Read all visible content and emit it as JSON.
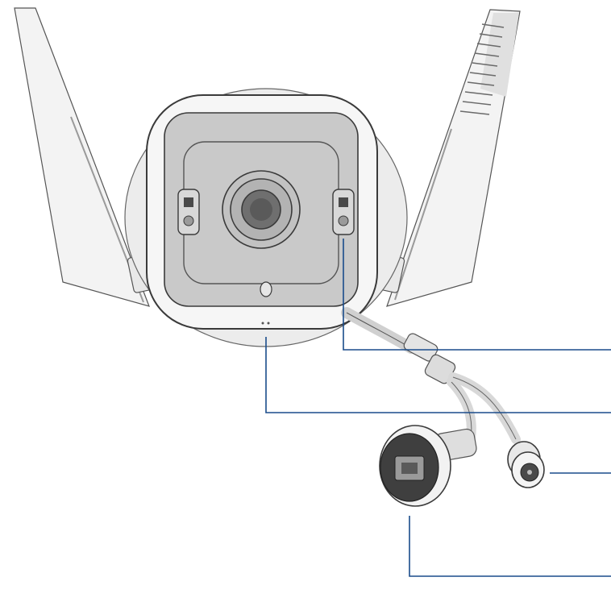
{
  "diagram": {
    "subject": "outdoor-wifi-camera-front-view",
    "parts": [
      {
        "id": "antenna-left"
      },
      {
        "id": "antenna-right"
      },
      {
        "id": "camera-housing"
      },
      {
        "id": "lens"
      },
      {
        "id": "ir-light-left"
      },
      {
        "id": "ir-light-right"
      },
      {
        "id": "status-led"
      },
      {
        "id": "microphone"
      },
      {
        "id": "ethernet-port"
      },
      {
        "id": "power-port"
      }
    ],
    "callout_lines": [
      {
        "target": "ir-light-right"
      },
      {
        "target": "status-led"
      },
      {
        "target": "power-port"
      },
      {
        "target": "ethernet-port"
      }
    ],
    "colors": {
      "background": "#ffffff",
      "callout": "#1a4c8b",
      "housing_light": "#f2f2f2",
      "face_dark": "#c9c9c9",
      "outline": "#3a3a3a"
    }
  }
}
